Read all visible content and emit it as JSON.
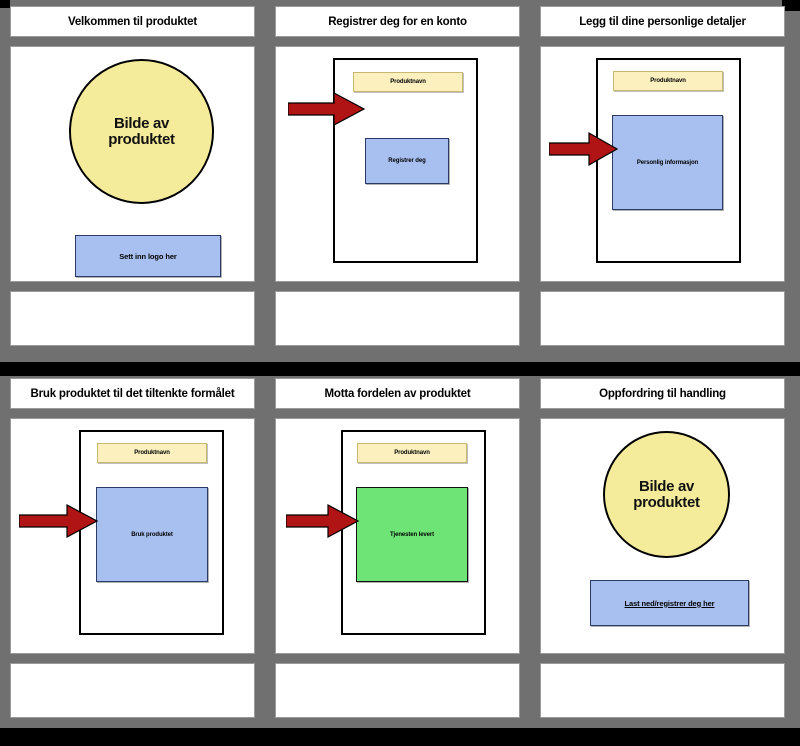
{
  "theme": {
    "background": "#707070",
    "panel_background": "#ffffff",
    "panel_border": "#9a9a9a",
    "arrow_color": "#B01414",
    "circle_fill": "#F5EC9B",
    "blue_fill": "#A8C0EF",
    "green_fill": "#6EE477",
    "label_fill": "#FBF0BE",
    "divider_color": "#000000"
  },
  "storyboard": {
    "rows": [
      {
        "cells": [
          {
            "title": "Velkommen til produktet",
            "layout": "hero",
            "hero_text": "Bilde av produktet",
            "cta_text": "Sett inn logo her",
            "cta_underlined": false,
            "has_arrow": false,
            "has_frame": false
          },
          {
            "title": "Registrer deg for en konto",
            "layout": "frame",
            "product_label": "Produktnavn",
            "box_text": "Registrer deg",
            "box_color": "blue",
            "box_size": "small",
            "has_arrow": true,
            "has_frame": true
          },
          {
            "title": "Legg til dine personlige detaljer",
            "layout": "frame",
            "product_label": "Produktnavn",
            "box_text": "Personlig informasjon",
            "box_color": "blue",
            "box_size": "large",
            "has_arrow": true,
            "has_frame": true
          }
        ]
      },
      {
        "cells": [
          {
            "title": "Bruk produktet til det tiltenkte formålet",
            "layout": "frame",
            "product_label": "Produktnavn",
            "box_text": "Bruk produktet",
            "box_color": "blue",
            "box_size": "large",
            "has_arrow": true,
            "has_frame": true
          },
          {
            "title": "Motta fordelen av produktet",
            "layout": "frame",
            "product_label": "Produktnavn",
            "box_text": "Tjenesten levert",
            "box_color": "green",
            "box_size": "large",
            "has_arrow": true,
            "has_frame": true
          },
          {
            "title": "Oppfordring til handling",
            "layout": "hero",
            "hero_text": "Bilde av produktet",
            "cta_text": "Last ned/registrer deg her",
            "cta_underlined": true,
            "has_arrow": false,
            "has_frame": false
          }
        ]
      }
    ]
  }
}
